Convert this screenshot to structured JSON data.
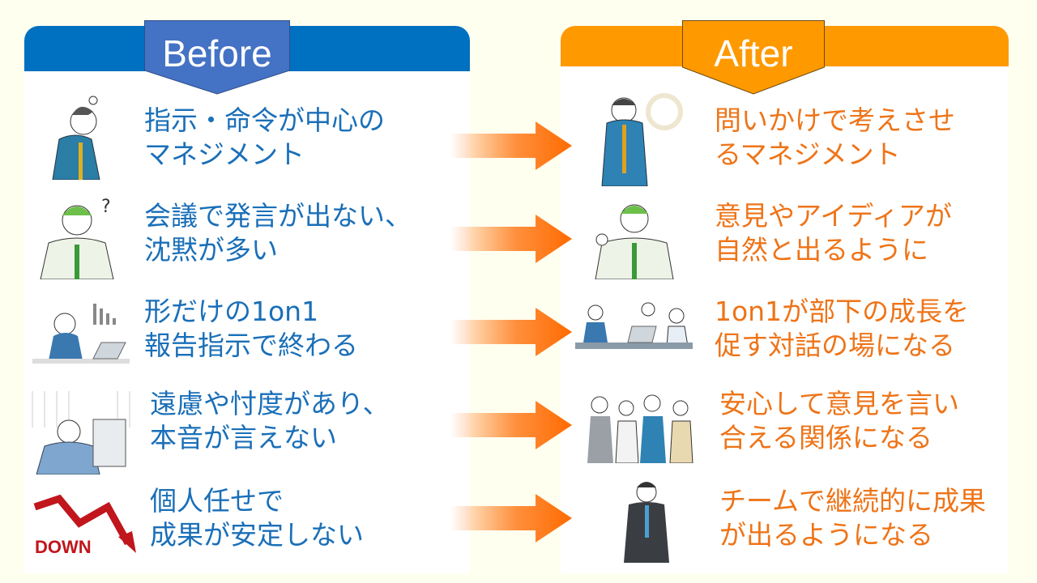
{
  "before": {
    "title": "Before",
    "items": [
      {
        "line1": "指示・命令が中心の",
        "line2": "マネジメント"
      },
      {
        "line1": "会議で発言が出ない、",
        "line2": "沈黙が多い"
      },
      {
        "line1": "形だけの1on1",
        "line2": "報告指示で終わる"
      },
      {
        "line1": "遠慮や忖度があり、",
        "line2": "本音が言えない"
      },
      {
        "line1": "個人任せで",
        "line2": "成果が安定しない"
      }
    ],
    "down_label": "DOWN"
  },
  "after": {
    "title": "After",
    "items": [
      {
        "line1": "問いかけで考えさせ",
        "line2": "るマネジメント"
      },
      {
        "line1": "意見やアイディアが",
        "line2": "自然と出るように"
      },
      {
        "line1": "1on1が部下の成長を",
        "line2": "促す対話の場になる"
      },
      {
        "line1": "安心して意見を言い",
        "line2": "合える関係になる"
      },
      {
        "line1": "チームで継続的に成果",
        "line2": "が出るようになる"
      }
    ]
  },
  "colors": {
    "before_band": "#0070c0",
    "before_tag": "#4472c4",
    "after_band": "#ff9900",
    "arrow": "#ff6a00"
  }
}
